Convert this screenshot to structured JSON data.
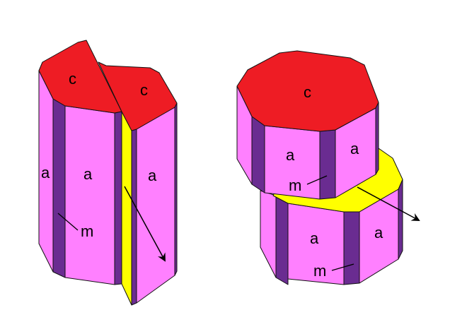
{
  "colors": {
    "face_a": "#ff80ff",
    "face_m": "#6a2c91",
    "face_c": "#ee1c24",
    "cleavage": "#ffff00",
    "edge": "#111111",
    "background": "#ffffff"
  },
  "left_crystal": {
    "labels": {
      "c_top_left": "c",
      "c_top_right": "c",
      "a_left": "a",
      "a_center": "a",
      "a_right": "a",
      "m": "m"
    }
  },
  "right_crystal": {
    "labels": {
      "c_top": "c",
      "a_upper_left": "a",
      "a_upper_right": "a",
      "m_upper": "m",
      "a_lower_left": "a",
      "a_lower_right": "a",
      "m_lower": "m"
    }
  }
}
